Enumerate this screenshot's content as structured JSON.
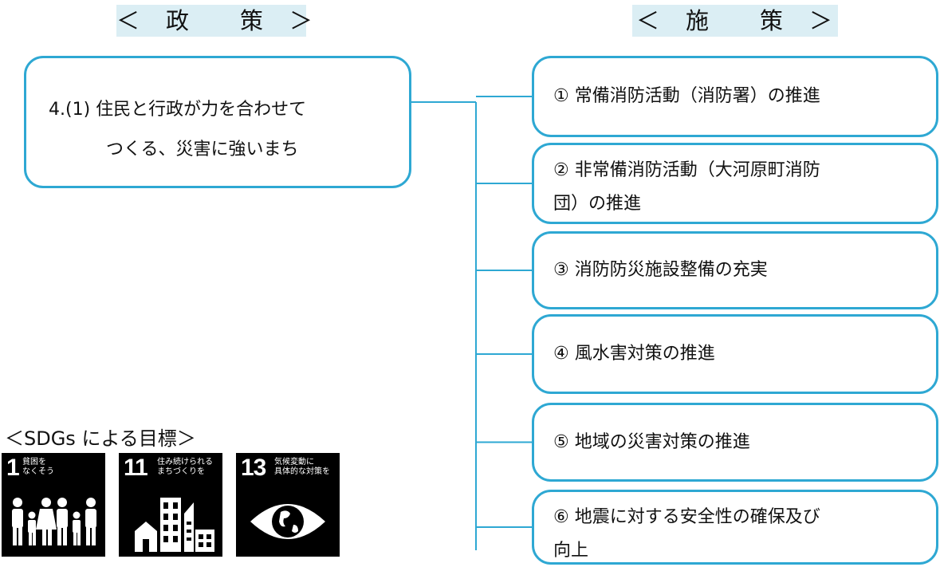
{
  "headers": {
    "policy": "＜　政　　策　＞",
    "measures": "＜　施　　策　＞"
  },
  "policy": {
    "line1": "4.(1)  住民と行政が力を合わせて",
    "line2": "つくる、災害に強いまち"
  },
  "measures": [
    {
      "lines": [
        "①  常備消防活動（消防署）の推進"
      ]
    },
    {
      "lines": [
        "②  非常備消防活動（大河原町消防",
        "団）の推進"
      ]
    },
    {
      "lines": [
        "③  消防防災施設整備の充実"
      ]
    },
    {
      "lines": [
        "④  風水害対策の推進"
      ]
    },
    {
      "lines": [
        "⑤  地域の災害対策の推進"
      ]
    },
    {
      "lines": [
        "⑥  地震に対する安全性の確保及び",
        "向上"
      ]
    }
  ],
  "sdgs": {
    "title": "＜SDGs による目標＞",
    "goals": [
      {
        "number": "1",
        "label": "貧困を\nなくそう",
        "icon": "family-icon"
      },
      {
        "number": "11",
        "label": "住み続けられる\nまちづくりを",
        "icon": "city-buildings-icon"
      },
      {
        "number": "13",
        "label": "気候変動に\n具体的な対策を",
        "icon": "eye-globe-icon"
      }
    ]
  },
  "colors": {
    "box_border": "#2ea8d3",
    "header_bg": "#dbeef4",
    "sdg_tile": "#000000"
  }
}
